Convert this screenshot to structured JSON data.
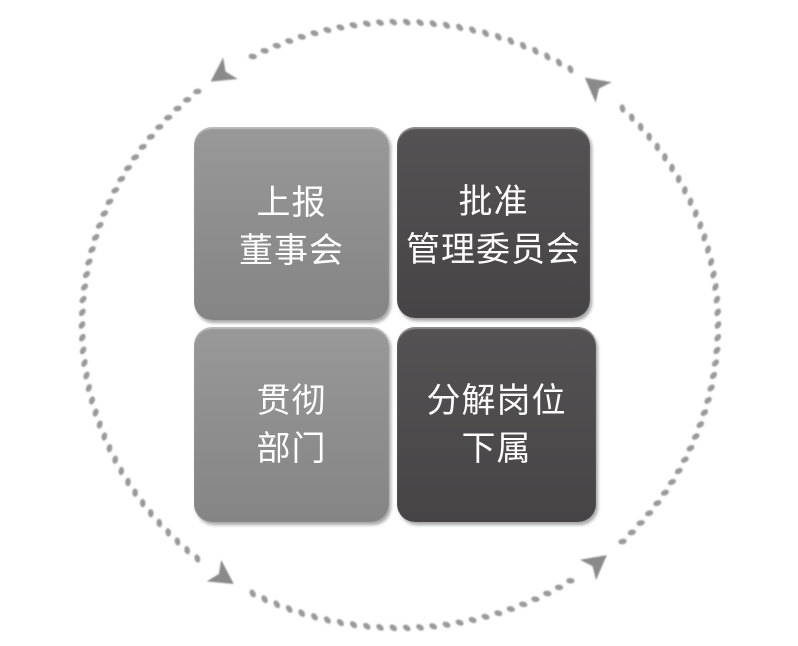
{
  "diagram": {
    "type": "cycle-with-quadrants",
    "flow_direction": "counter-clockwise",
    "colors": {
      "light_tile": "#8f8f8f",
      "dark_tile": "#4d4b4c",
      "dots": "#9a9a9a",
      "arrows": "#8a8a8a",
      "text": "#ffffff"
    },
    "tiles": [
      {
        "id": "top-left",
        "shade": "light",
        "lines": [
          "上报",
          "董事会"
        ]
      },
      {
        "id": "top-right",
        "shade": "dark",
        "lines": [
          "批准",
          "管理委员会"
        ]
      },
      {
        "id": "bottom-left",
        "shade": "light",
        "lines": [
          "贯彻",
          "部门"
        ]
      },
      {
        "id": "bottom-right",
        "shade": "dark",
        "lines": [
          "分解岗位",
          "下属"
        ]
      }
    ],
    "arrows": [
      {
        "position": "top-left",
        "icon": "arrowhead-icon"
      },
      {
        "position": "top-right",
        "icon": "arrowhead-icon"
      },
      {
        "position": "bottom-left",
        "icon": "arrowhead-icon"
      },
      {
        "position": "bottom-right",
        "icon": "arrowhead-icon"
      }
    ]
  }
}
